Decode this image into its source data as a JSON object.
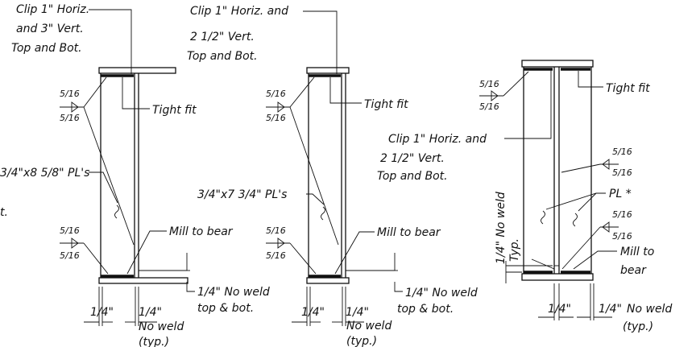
{
  "detail_1": {
    "clip_note": [
      "Clip 1\" Horiz.",
      "and 3\" Vert.",
      "Top and Bot."
    ],
    "weld_top": {
      "size_top": "5/16",
      "size_bottom": "5/16"
    },
    "weld_bottom": {
      "size_top": "5/16",
      "size_bottom": "5/16"
    },
    "tight_fit": "Tight fit",
    "plate_note": "3/4\"x8 5/8\" PL's",
    "left_fragment": "t.",
    "mill_note": "Mill to bear",
    "no_weld_note": [
      "1/4\" No weld",
      "top & bot."
    ],
    "dim_left": "1/4\"",
    "dim_right": "1/4\"",
    "no_weld_typ": [
      "No weld",
      "(typ.)"
    ]
  },
  "detail_2": {
    "clip_note": [
      "Clip 1\" Horiz. and",
      "2 1/2\" Vert.",
      "Top and Bot."
    ],
    "weld_top": {
      "size_top": "5/16",
      "size_bottom": "5/16"
    },
    "weld_bottom": {
      "size_top": "5/16",
      "size_bottom": "5/16"
    },
    "tight_fit": "Tight fit",
    "plate_note": "3/4\"x7 3/4\" PL's",
    "mill_note": "Mill to bear",
    "no_weld_note": [
      "1/4\" No weld",
      "top & bot."
    ],
    "dim_left": "1/4\"",
    "dim_right": "1/4\"",
    "no_weld_typ": [
      "No weld",
      "(typ.)"
    ]
  },
  "detail_3": {
    "clip_note": [
      "Clip 1\" Horiz. and",
      "2 1/2\" Vert.",
      "Top and Bot."
    ],
    "weld_top": {
      "size_top": "5/16",
      "size_bottom": "5/16"
    },
    "weld_right_1": {
      "size_top": "5/16",
      "size_bottom": "5/16"
    },
    "weld_right_2": {
      "size_top": "5/16",
      "size_bottom": "5/16"
    },
    "tight_fit": "Tight fit",
    "plate_note": "PL *",
    "vertical_note": [
      "1/4\" No weld",
      "Typ."
    ],
    "mill_note": [
      "Mill to",
      "bear"
    ],
    "dim_left": "1/4\"",
    "dim_right": "1/4\"",
    "no_weld_typ": [
      "No weld",
      "(typ.)"
    ]
  }
}
